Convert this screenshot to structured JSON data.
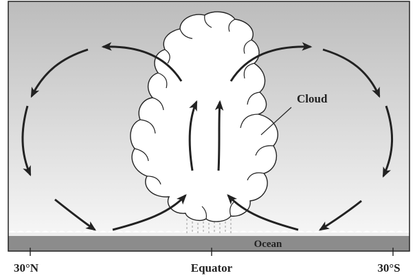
{
  "labels": {
    "cloud": "Cloud",
    "ocean": "Ocean",
    "left_axis": "30°N",
    "center_axis": "Equator",
    "right_axis": "30°S"
  },
  "colors": {
    "sky_top": "#bcbcbc",
    "sky_bottom": "#f4f4f4",
    "ocean": "#8c8c8c",
    "cloud_fill": "#ffffff",
    "stroke": "#222222"
  }
}
